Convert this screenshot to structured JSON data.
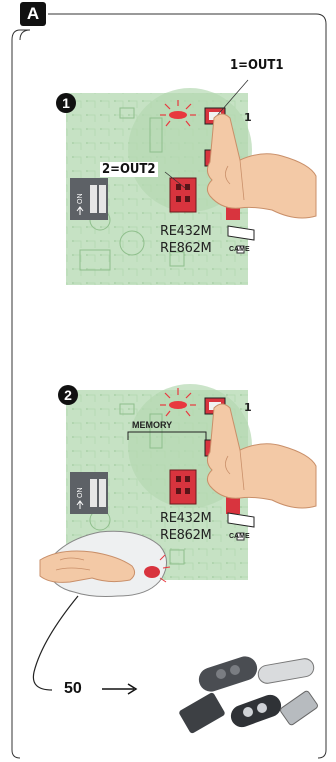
{
  "section_label": "A",
  "steps": [
    {
      "number": "1",
      "callouts": {
        "out1": "1=OUT1",
        "out2": "2=OUT2"
      },
      "button_number": "1",
      "dip_label": "ON",
      "model_labels": [
        "RE432M",
        "RE862M"
      ],
      "brand": "CAME"
    },
    {
      "number": "2",
      "button_number": "1",
      "memory_label": "MEMORY",
      "dip_label": "ON",
      "model_labels": [
        "RE432M",
        "RE862M"
      ],
      "brand": "CAME",
      "transmitter_count": "50"
    }
  ],
  "colors": {
    "board": "#c6e2c4",
    "board_dark": "#a9d3a6",
    "button": "#d8343e",
    "blink": "#e8383f",
    "skin": "#f3c9a6"
  }
}
